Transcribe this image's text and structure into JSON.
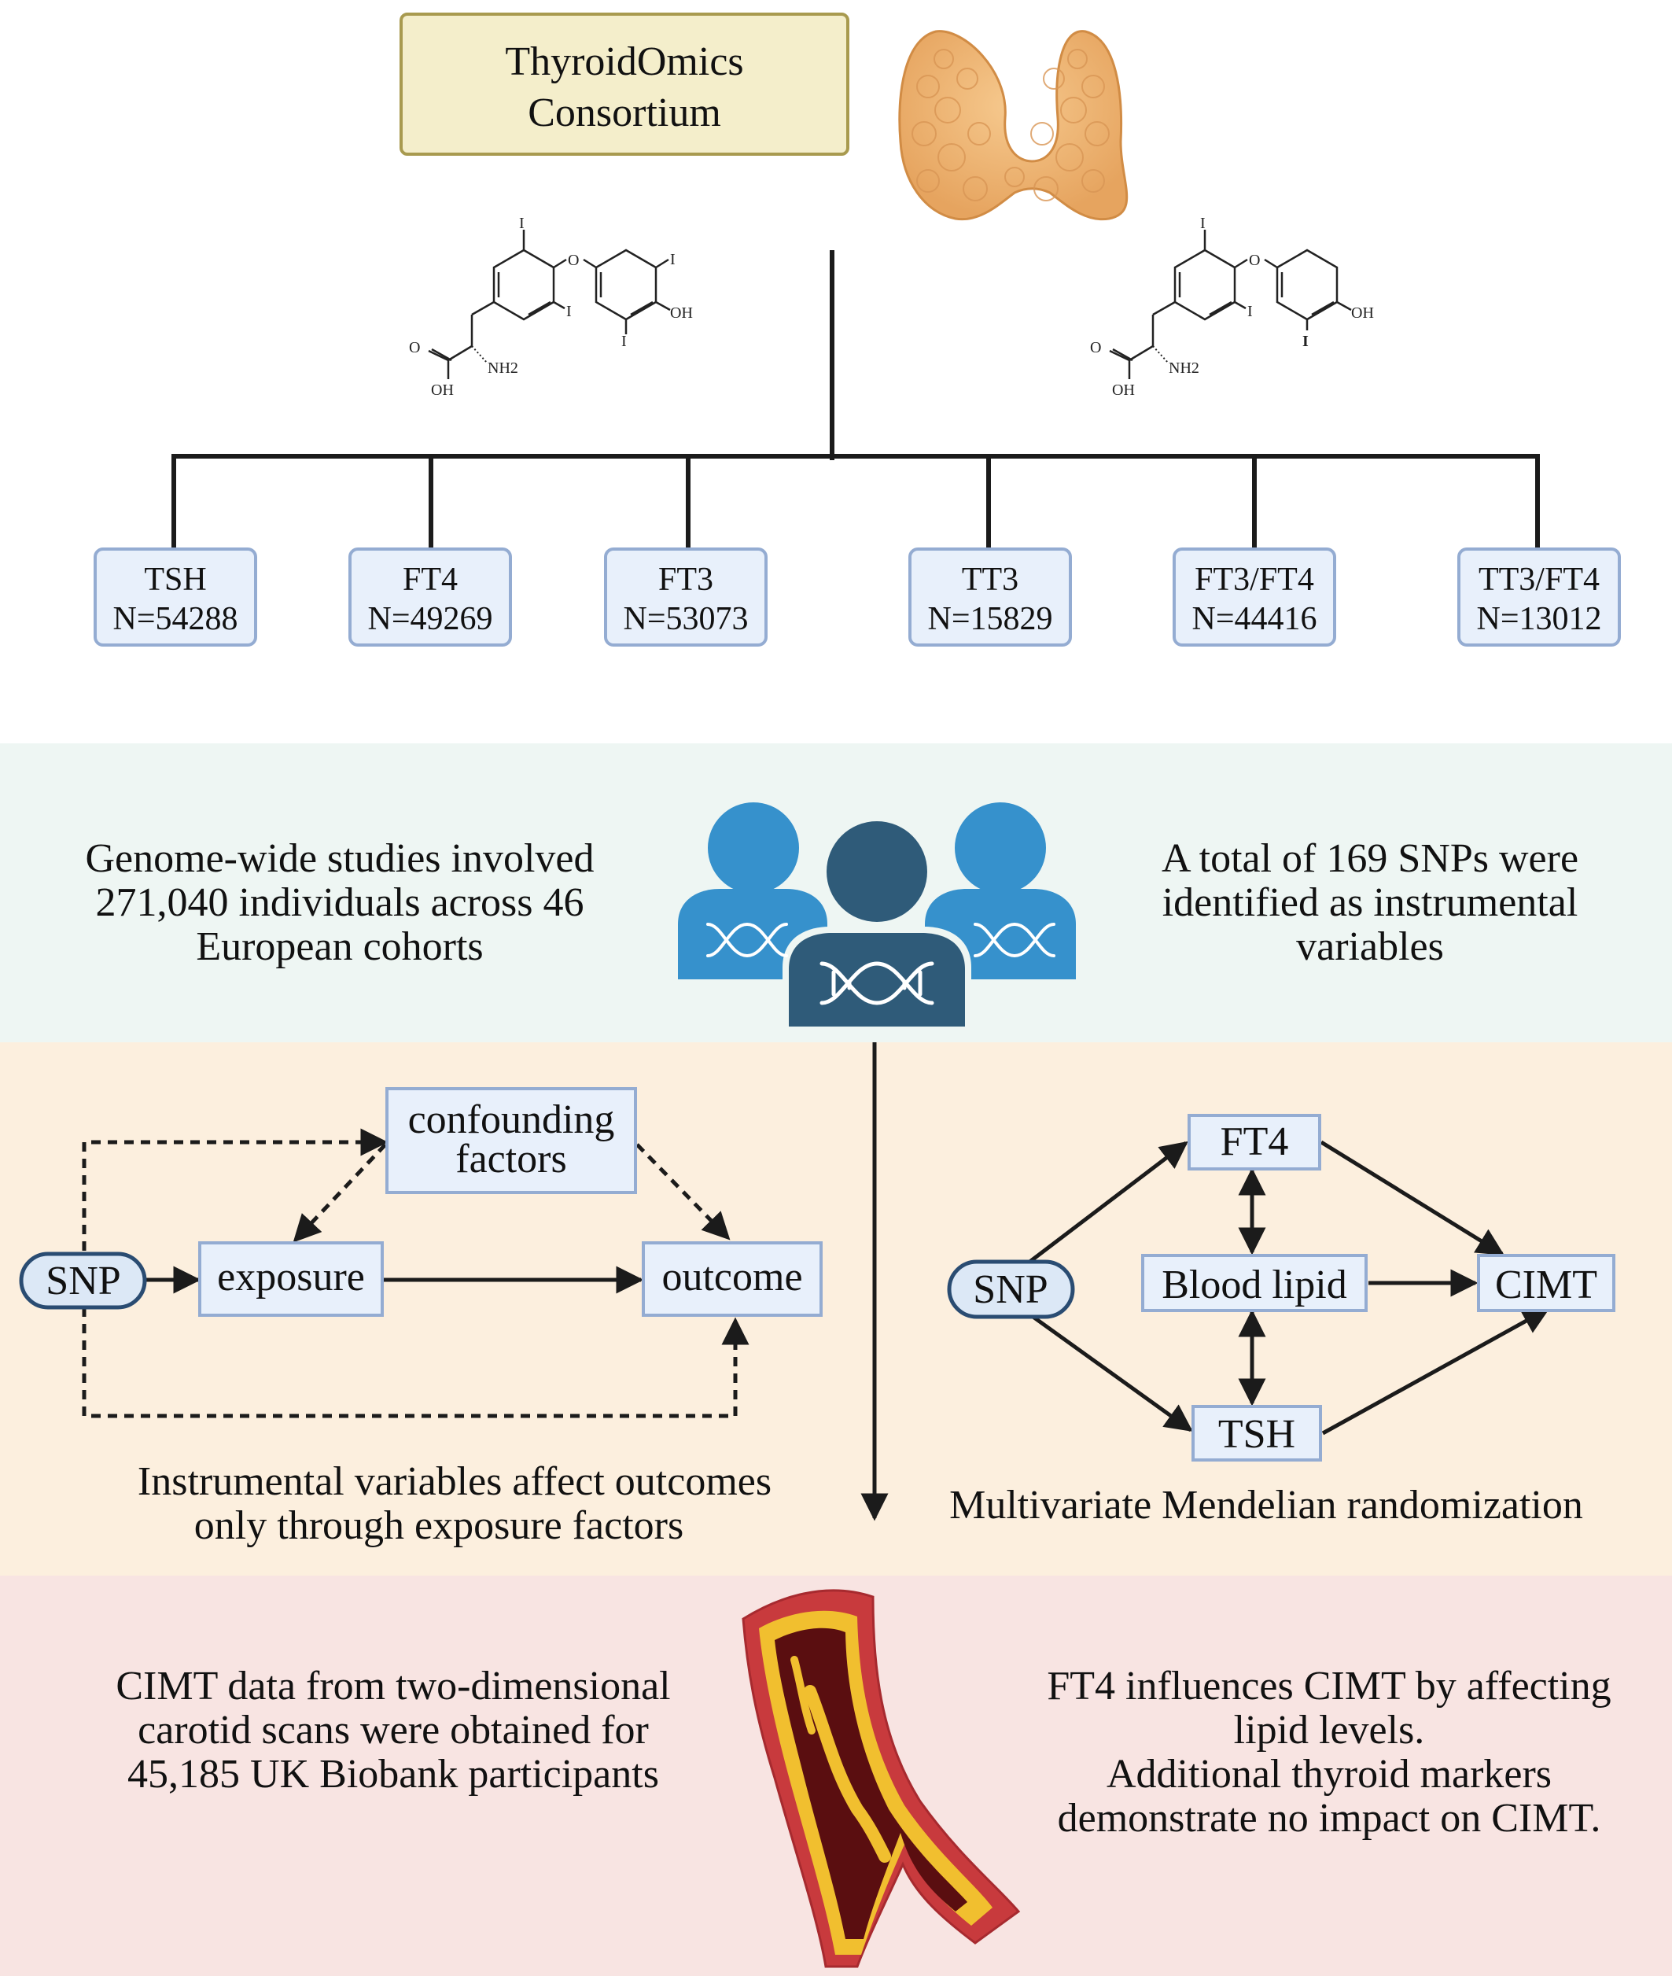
{
  "consortium": {
    "line1": "ThyroidOmics",
    "line2": "Consortium"
  },
  "chemistry": {
    "atom_i": "I",
    "atom_o": "O",
    "atom_oh": "OH",
    "atom_nh2": "NH2"
  },
  "exposures": [
    {
      "name": "TSH",
      "n": "N=54288"
    },
    {
      "name": "FT4",
      "n": "N=49269"
    },
    {
      "name": "FT3",
      "n": "N=53073"
    },
    {
      "name": "TT3",
      "n": "N=15829"
    },
    {
      "name": "FT3/FT4",
      "n": "N=44416"
    },
    {
      "name": "TT3/FT4",
      "n": "N=13012"
    }
  ],
  "gwas": {
    "left_lines": [
      "Genome-wide studies involved",
      "271,040 individuals across 46",
      "European cohorts"
    ],
    "right_lines": [
      "A total of 169 SNPs were",
      "identified as instrumental",
      "variables"
    ]
  },
  "iv_diagram": {
    "snp": "SNP",
    "exposure": "exposure",
    "outcome": "outcome",
    "confounding_lines": [
      "confounding",
      "factors"
    ],
    "caption_lines": [
      "Instrumental variables affect outcomes",
      "only through exposure factors"
    ]
  },
  "mvmr_diagram": {
    "snp": "SNP",
    "ft4": "FT4",
    "blood_lipid": "Blood lipid",
    "tsh": "TSH",
    "cimt": "CIMT",
    "caption": "Multivariate Mendelian randomization"
  },
  "outcome_section": {
    "left_lines": [
      "CIMT data from two-dimensional",
      "carotid scans were obtained for",
      "45,185 UK Biobank participants"
    ],
    "right_lines": [
      "FT4 influences CIMT by affecting",
      "lipid levels.",
      "Additional thyroid markers",
      "demonstrate no impact on CIMT."
    ]
  },
  "colors": {
    "consortium_fill": "#f4eecb",
    "consortium_border": "#a89a4f",
    "box_fill": "#e8f0fb",
    "box_border": "#94acd2",
    "snp_fill": "#dce8f6",
    "snp_border": "#2a4c72",
    "band_teal": "#eef6f3",
    "band_peach": "#fcefde",
    "band_pink": "#f8e4e2",
    "people_light": "#3691cc",
    "people_dark": "#2f5b79"
  }
}
